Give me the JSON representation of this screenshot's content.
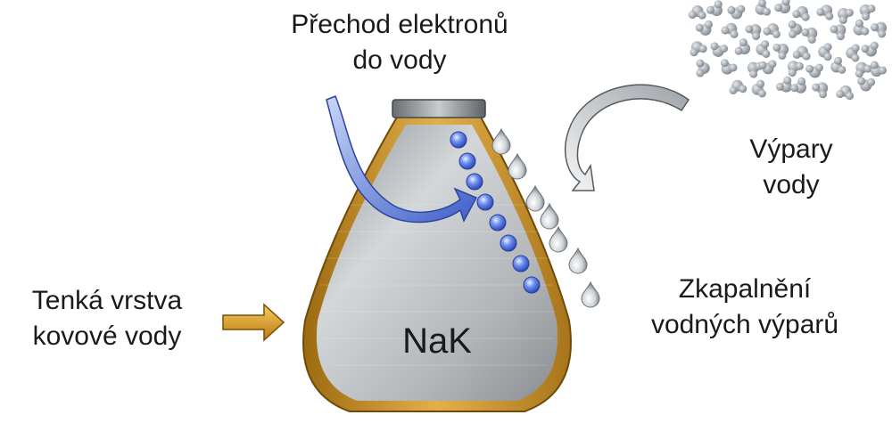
{
  "labels": {
    "electron_transfer": [
      "Přechod elektronů",
      "do vody"
    ],
    "water_vapor": [
      "Výpary",
      "vody"
    ],
    "thin_film": [
      "Tenká vrstva",
      "kovové vody"
    ],
    "condensation": [
      "Zkapalnění",
      "vodných výparů"
    ],
    "alloy": "NaK"
  },
  "colors": {
    "flask_rim": "#c8901c",
    "flask_body": "#b9bcbf",
    "electron": "#4a6fe0",
    "droplet": "#d6dadd",
    "vapor_molecule": "#9aa2aa",
    "film_arrow": "#e3a21e",
    "electron_arrow": "#5b7fd6",
    "vapor_arrow": "#b8bcc0"
  }
}
